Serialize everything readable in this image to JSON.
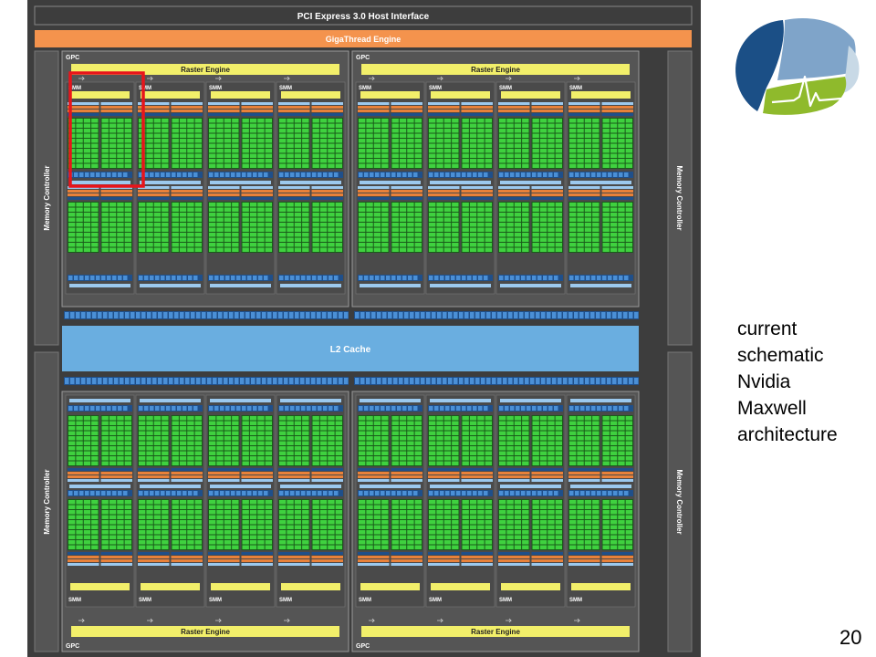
{
  "diagram": {
    "host_interface": "PCI Express 3.0 Host Interface",
    "giga_thread": "GigaThread Engine",
    "memory_controller": "Memory Controller",
    "l2_cache": "L2 Cache",
    "gpc_label": "GPC",
    "raster_engine": "Raster Engine",
    "smm_label": "SMM",
    "gpcs_per_row": 2,
    "smms_per_gpc": 4,
    "highlighted_smm": "top-left GPC, first SMM",
    "colors": {
      "background": "#3d3d3d",
      "panel": "#555555",
      "giga_thread": "#f4934d",
      "raster_engine": "#f2ef6a",
      "l2_cache": "#6aaee0",
      "cuda_core": "#3fd13f",
      "register_blue": "#4a8fd6",
      "light_blue": "#9cc9ee",
      "orange": "#e8813a",
      "highlight": "#e8141b"
    }
  },
  "caption": {
    "line1": "current",
    "line2": "schematic",
    "line3": "Nvidia",
    "line4": "Maxwell",
    "line5": "architecture"
  },
  "slide_number": "20",
  "logo": {
    "icon": "heart-brain-logo-icon",
    "colors": [
      "#1b4f86",
      "#7fa4c9",
      "#c8d9e6",
      "#8fba2c"
    ]
  }
}
